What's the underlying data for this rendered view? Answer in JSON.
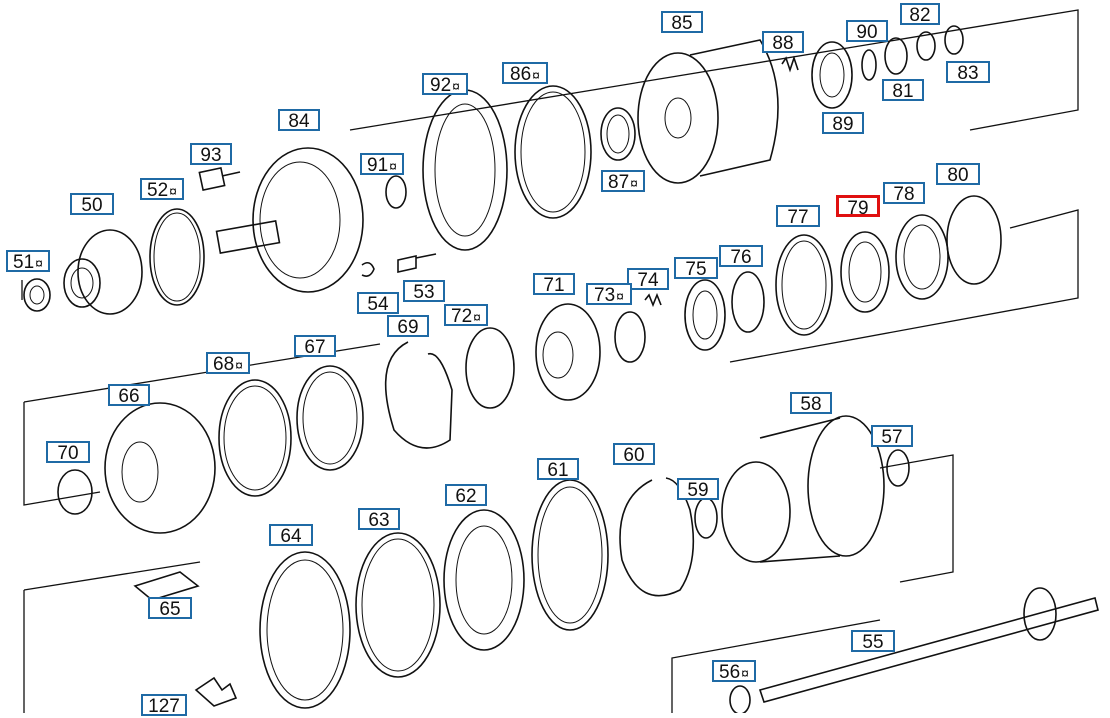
{
  "diagram": {
    "selected_callout": "79",
    "colors": {
      "callout_border": "#1f6aa5",
      "selected_border": "#e01010",
      "line": "#111111"
    },
    "callouts": [
      {
        "id": "50",
        "label": "50",
        "mark": ""
      },
      {
        "id": "51",
        "label": "51",
        "mark": "¤"
      },
      {
        "id": "52",
        "label": "52",
        "mark": "¤"
      },
      {
        "id": "93",
        "label": "93",
        "mark": ""
      },
      {
        "id": "84",
        "label": "84",
        "mark": ""
      },
      {
        "id": "91",
        "label": "91",
        "mark": "¤"
      },
      {
        "id": "92",
        "label": "92",
        "mark": "¤"
      },
      {
        "id": "86",
        "label": "86",
        "mark": "¤"
      },
      {
        "id": "85",
        "label": "85",
        "mark": ""
      },
      {
        "id": "88",
        "label": "88",
        "mark": ""
      },
      {
        "id": "90",
        "label": "90",
        "mark": ""
      },
      {
        "id": "82",
        "label": "82",
        "mark": ""
      },
      {
        "id": "81",
        "label": "81",
        "mark": ""
      },
      {
        "id": "83",
        "label": "83",
        "mark": ""
      },
      {
        "id": "89",
        "label": "89",
        "mark": ""
      },
      {
        "id": "87",
        "label": "87",
        "mark": "¤"
      },
      {
        "id": "80",
        "label": "80",
        "mark": ""
      },
      {
        "id": "78",
        "label": "78",
        "mark": ""
      },
      {
        "id": "79",
        "label": "79",
        "mark": ""
      },
      {
        "id": "77",
        "label": "77",
        "mark": ""
      },
      {
        "id": "76",
        "label": "76",
        "mark": ""
      },
      {
        "id": "75",
        "label": "75",
        "mark": ""
      },
      {
        "id": "74",
        "label": "74",
        "mark": ""
      },
      {
        "id": "73",
        "label": "73",
        "mark": "¤"
      },
      {
        "id": "71",
        "label": "71",
        "mark": ""
      },
      {
        "id": "72",
        "label": "72",
        "mark": "¤"
      },
      {
        "id": "53",
        "label": "53",
        "mark": ""
      },
      {
        "id": "54",
        "label": "54",
        "mark": ""
      },
      {
        "id": "69",
        "label": "69",
        "mark": ""
      },
      {
        "id": "67",
        "label": "67",
        "mark": ""
      },
      {
        "id": "68",
        "label": "68",
        "mark": "¤"
      },
      {
        "id": "66",
        "label": "66",
        "mark": ""
      },
      {
        "id": "70",
        "label": "70",
        "mark": ""
      },
      {
        "id": "58",
        "label": "58",
        "mark": ""
      },
      {
        "id": "57",
        "label": "57",
        "mark": ""
      },
      {
        "id": "60",
        "label": "60",
        "mark": ""
      },
      {
        "id": "61",
        "label": "61",
        "mark": ""
      },
      {
        "id": "59",
        "label": "59",
        "mark": ""
      },
      {
        "id": "62",
        "label": "62",
        "mark": ""
      },
      {
        "id": "63",
        "label": "63",
        "mark": ""
      },
      {
        "id": "64",
        "label": "64",
        "mark": ""
      },
      {
        "id": "65",
        "label": "65",
        "mark": ""
      },
      {
        "id": "55",
        "label": "55",
        "mark": ""
      },
      {
        "id": "56",
        "label": "56",
        "mark": "¤"
      },
      {
        "id": "127",
        "label": "127",
        "mark": ""
      }
    ]
  }
}
